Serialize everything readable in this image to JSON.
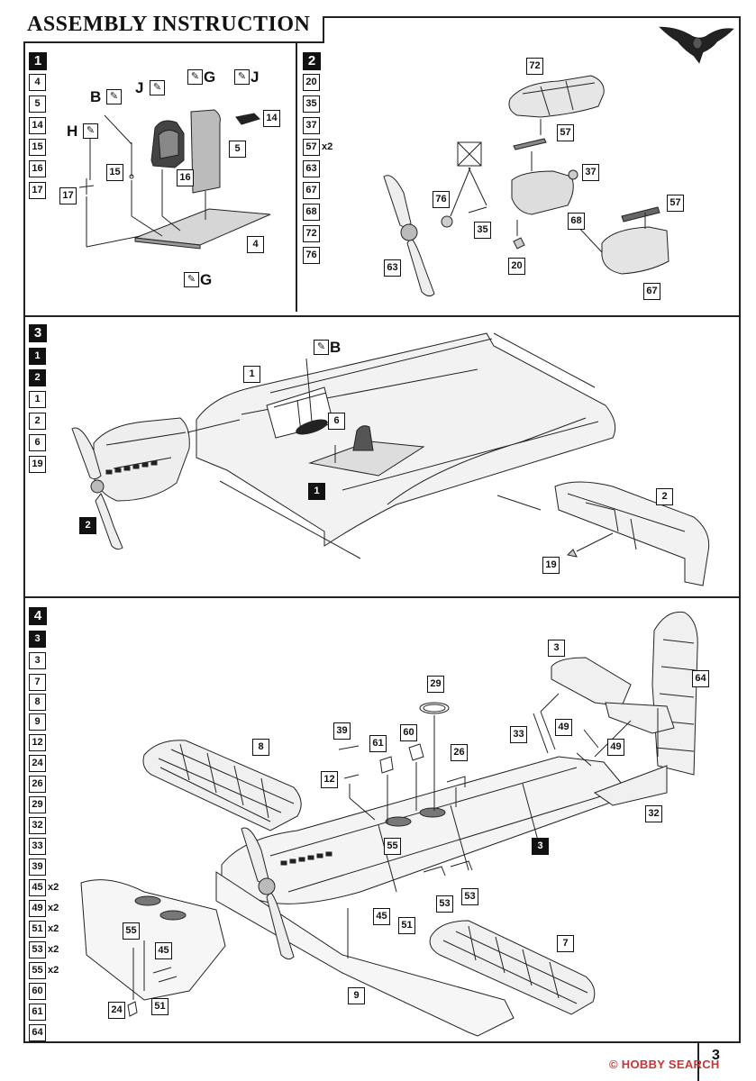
{
  "title": "ASSEMBLY INSTRUCTION",
  "page_number": "3",
  "watermark": "© HOBBY SEARCH",
  "steps": {
    "s1": {
      "number": "1",
      "parts": [
        "4",
        "5",
        "14",
        "15",
        "16",
        "17"
      ]
    },
    "s2": {
      "number": "2",
      "parts": [
        "20",
        "35",
        "37",
        "57",
        "63",
        "67",
        "68",
        "72",
        "76"
      ],
      "qty57": "x2"
    },
    "s3": {
      "number": "3",
      "subs_dark": [
        "1",
        "2"
      ],
      "parts": [
        "1",
        "2",
        "6",
        "19"
      ]
    },
    "s4": {
      "number": "4",
      "sub_dark": "3",
      "parts": [
        "3",
        "7",
        "8",
        "9",
        "12",
        "24",
        "26",
        "29",
        "32",
        "33",
        "39",
        "45",
        "49",
        "51",
        "53",
        "55",
        "60",
        "61",
        "64"
      ],
      "qty": "x2"
    }
  },
  "callouts": {
    "s1": {
      "B": "B",
      "H": "H",
      "J1": "J",
      "G1": "G",
      "J2": "J",
      "G2": "G",
      "c15": "15",
      "c16": "16",
      "c17": "17",
      "c5": "5",
      "c14": "14",
      "c4": "4"
    },
    "s2": {
      "c72": "72",
      "c57a": "57",
      "c37": "37",
      "c76": "76",
      "c68": "68",
      "c57b": "57",
      "c35": "35",
      "c63": "63",
      "c20": "20",
      "c67": "67"
    },
    "s3": {
      "c1": "1",
      "B": "B",
      "c6": "6",
      "d1": "1",
      "c2": "2",
      "d2": "2",
      "c19": "19"
    },
    "s4": {
      "c3": "3",
      "c64": "64",
      "c29": "29",
      "c8": "8",
      "c39": "39",
      "c61": "61",
      "c60": "60",
      "c26": "26",
      "c12": "12",
      "c33": "33",
      "c49a": "49",
      "c49b": "49",
      "c32": "32",
      "c55": "55",
      "d3": "3",
      "c45": "45",
      "c51": "51",
      "c53a": "53",
      "c53b": "53",
      "c7": "7",
      "c9": "9",
      "c55b": "55",
      "c45b": "45",
      "c24": "24",
      "c51b": "51"
    }
  },
  "paint_icon": "brush-icon"
}
